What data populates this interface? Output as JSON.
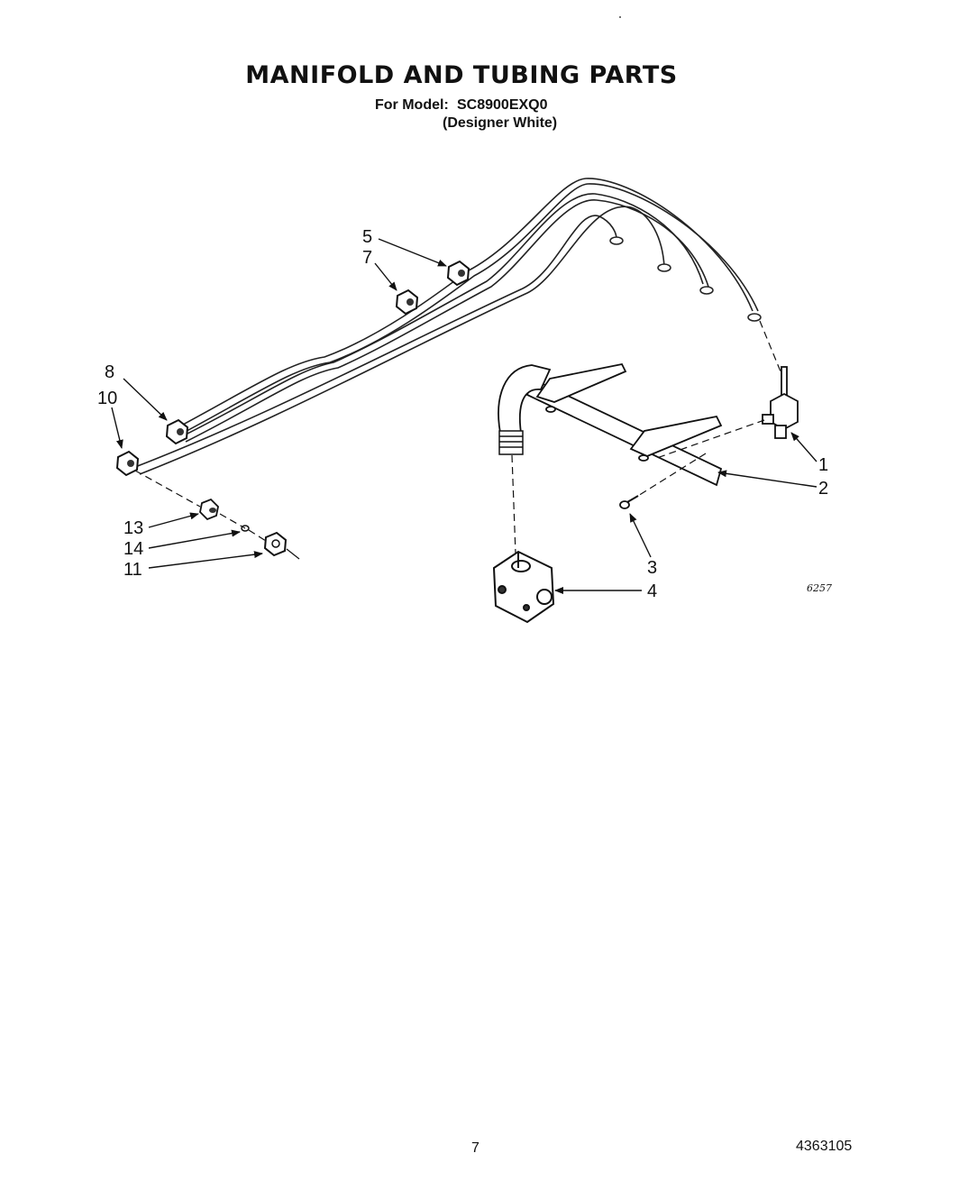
{
  "header": {
    "title": "MANIFOLD AND TUBING PARTS",
    "model_label": "For Model:",
    "model_value": "SC8900EXQ0",
    "model_variant": "(Designer White)"
  },
  "callouts": {
    "c1": "1",
    "c2": "2",
    "c3": "3",
    "c4": "4",
    "c5": "5",
    "c7": "7",
    "c8": "8",
    "c10": "10",
    "c11": "11",
    "c13": "13",
    "c14": "14"
  },
  "figure_code": "6257",
  "footer": {
    "page_number": "7",
    "doc_number": "4363105"
  }
}
